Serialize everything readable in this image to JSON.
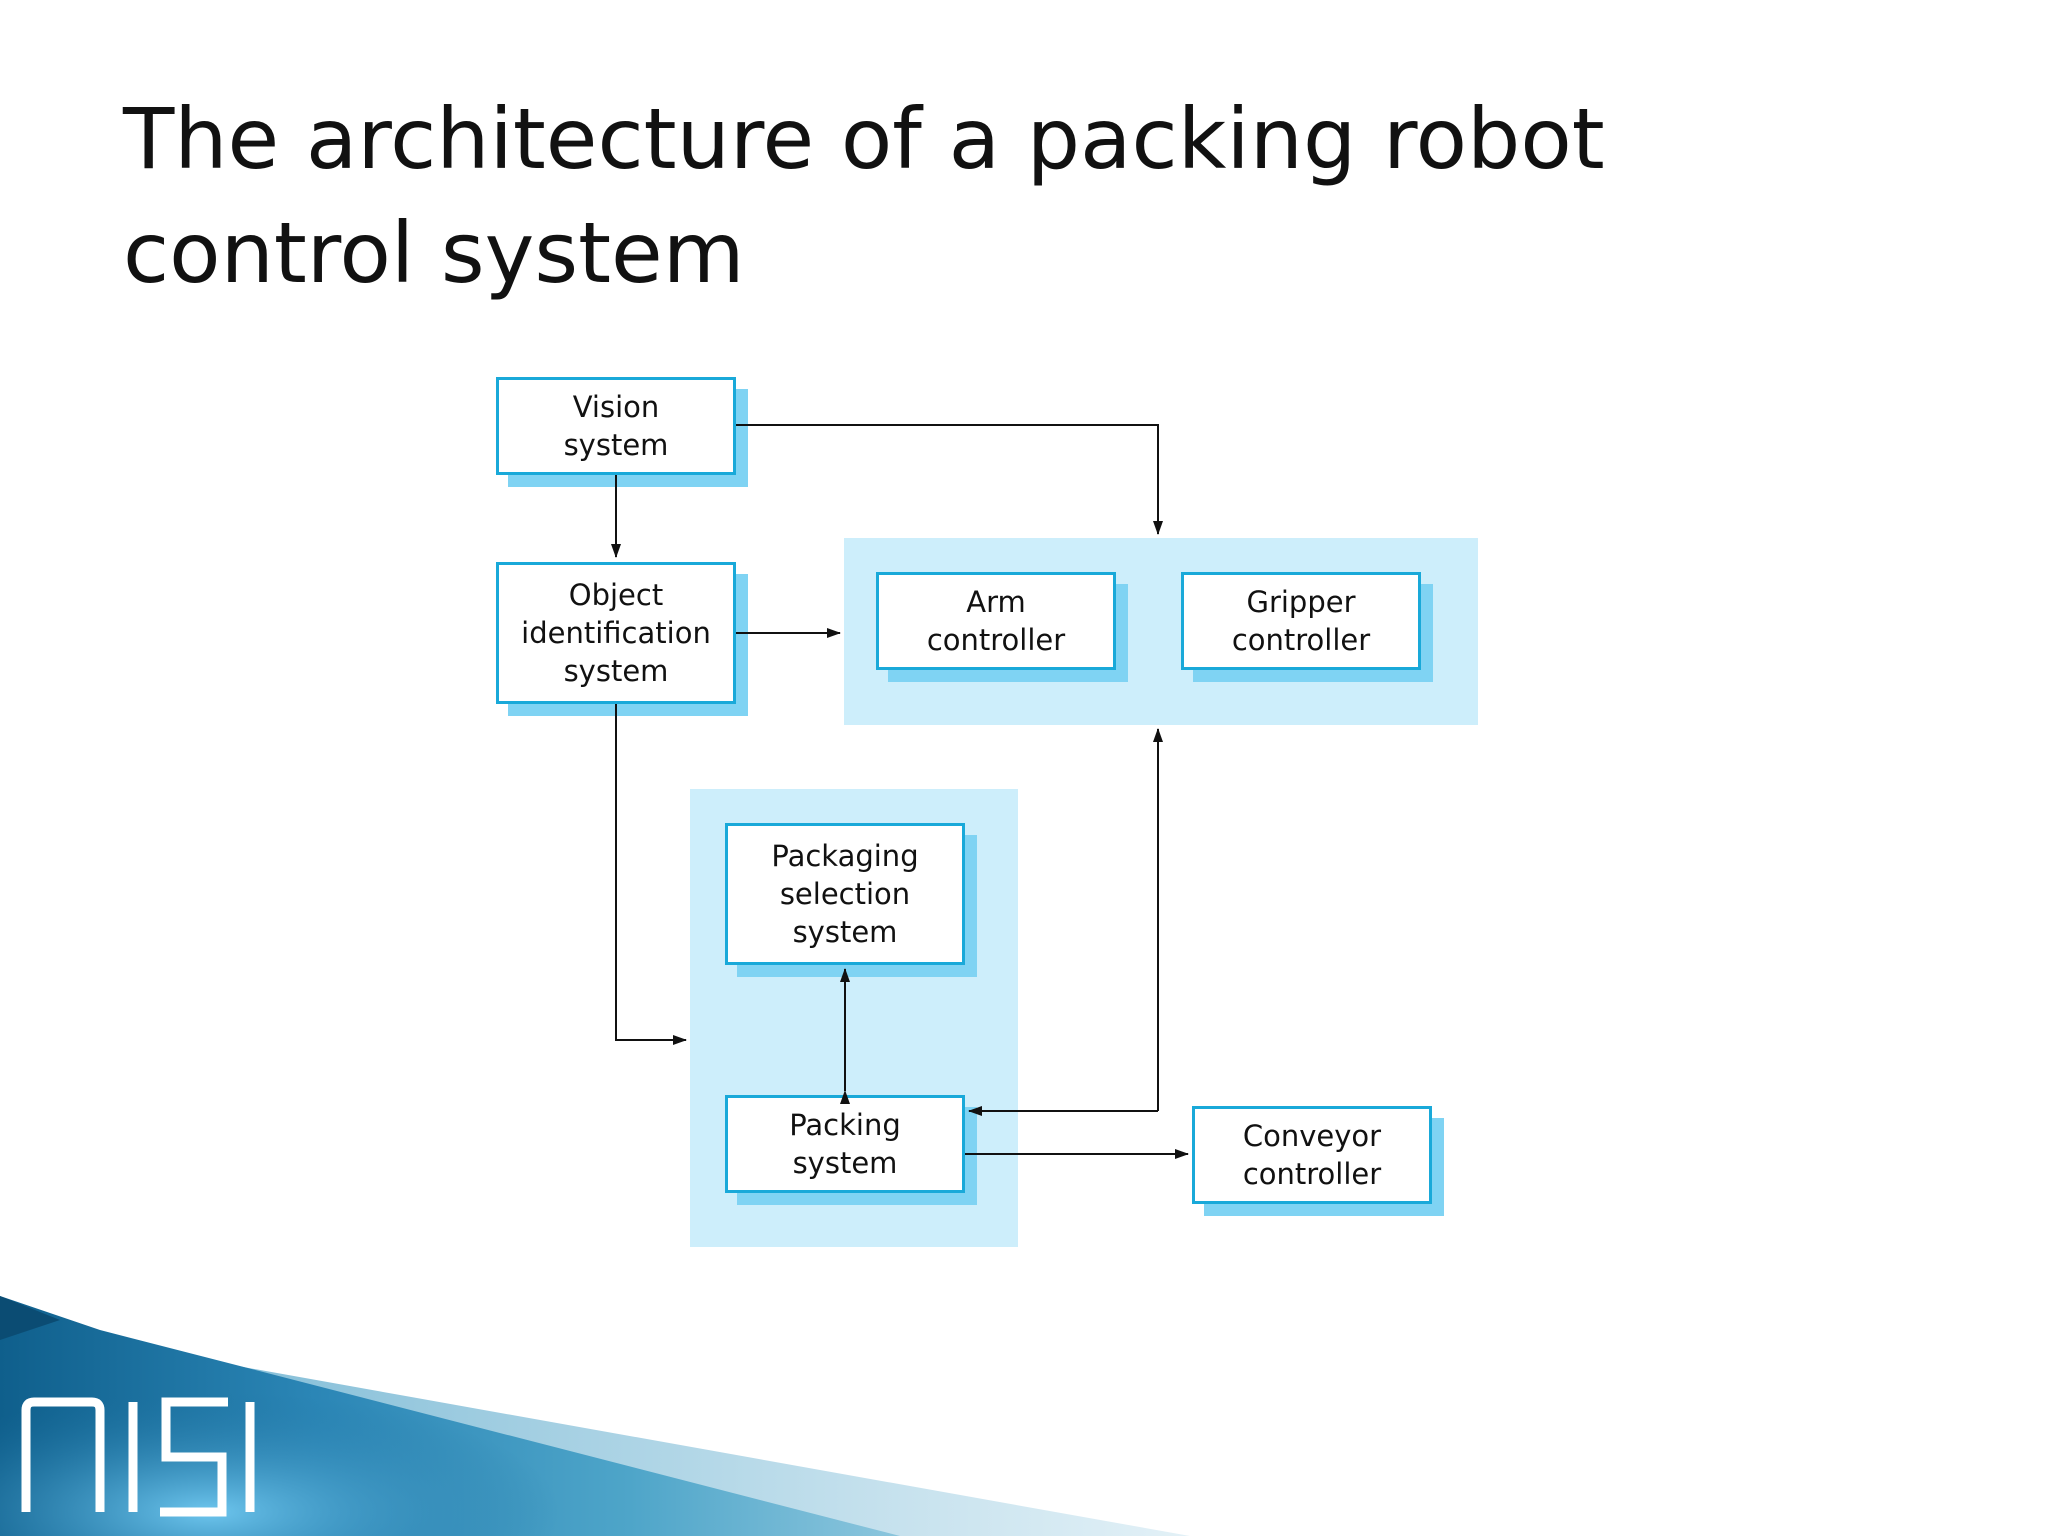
{
  "title": "The architecture of a packing robot control system",
  "diagram": {
    "nodes": {
      "vision": "Vision\nsystem",
      "object_id": "Object\nidentification\nsystem",
      "arm": "Arm\ncontroller",
      "gripper": "Gripper\ncontroller",
      "packaging": "Packaging\nselection\nsystem",
      "packing": "Packing\nsystem",
      "conveyor": "Conveyor\ncontroller"
    },
    "colors": {
      "node_border": "#19a9d9",
      "node_shadow": "#7fd3f3",
      "group_fill": "#cdeefb",
      "arrow": "#111111"
    }
  },
  "logo": {
    "text": "NISI"
  }
}
